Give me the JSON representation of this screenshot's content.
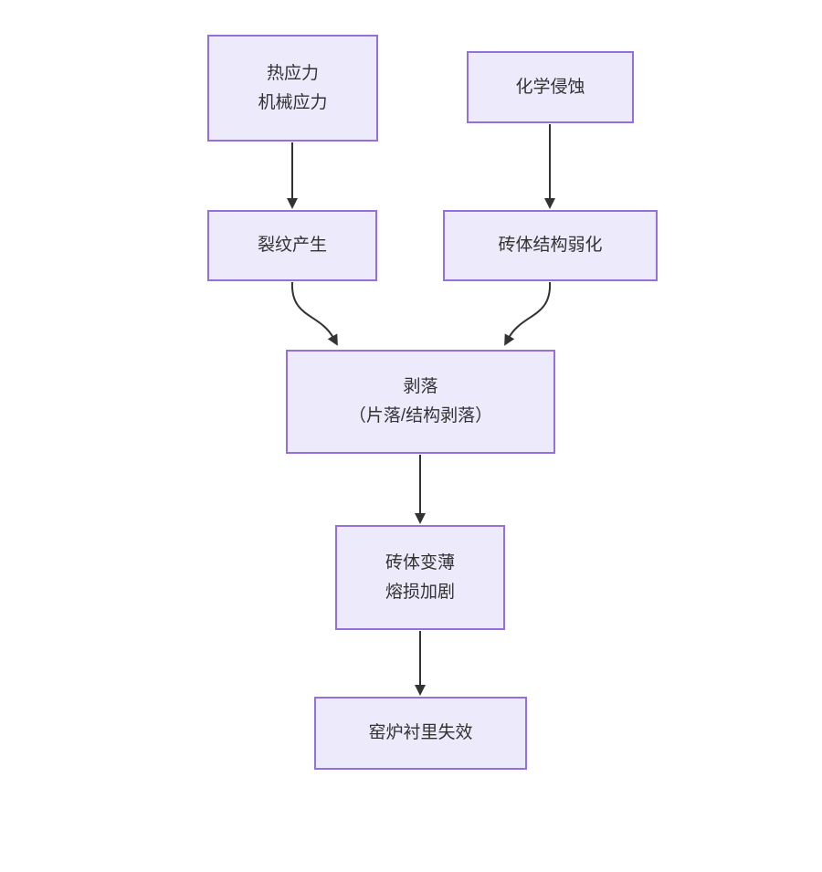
{
  "diagram": {
    "type": "flowchart",
    "direction": "top-down",
    "colors": {
      "node_fill": "#ECEAFB",
      "node_border": "#9370DB",
      "arrow": "#333333",
      "text": "#333333",
      "background": "#FFFFFF"
    },
    "nodes": [
      {
        "id": "stress",
        "label": "热应力\n机械应力"
      },
      {
        "id": "chemical",
        "label": "化学侵蚀"
      },
      {
        "id": "crack",
        "label": "裂纹产生"
      },
      {
        "id": "weaken",
        "label": "砖体结构弱化"
      },
      {
        "id": "spalling",
        "label": "剥落\n（片落/结构剥落）"
      },
      {
        "id": "thinning",
        "label": "砖体变薄\n熔损加剧"
      },
      {
        "id": "failure",
        "label": "窑炉衬里失效"
      }
    ],
    "edges": [
      {
        "from": "stress",
        "to": "crack"
      },
      {
        "from": "chemical",
        "to": "weaken"
      },
      {
        "from": "crack",
        "to": "spalling"
      },
      {
        "from": "weaken",
        "to": "spalling"
      },
      {
        "from": "spalling",
        "to": "thinning"
      },
      {
        "from": "thinning",
        "to": "failure"
      }
    ]
  }
}
